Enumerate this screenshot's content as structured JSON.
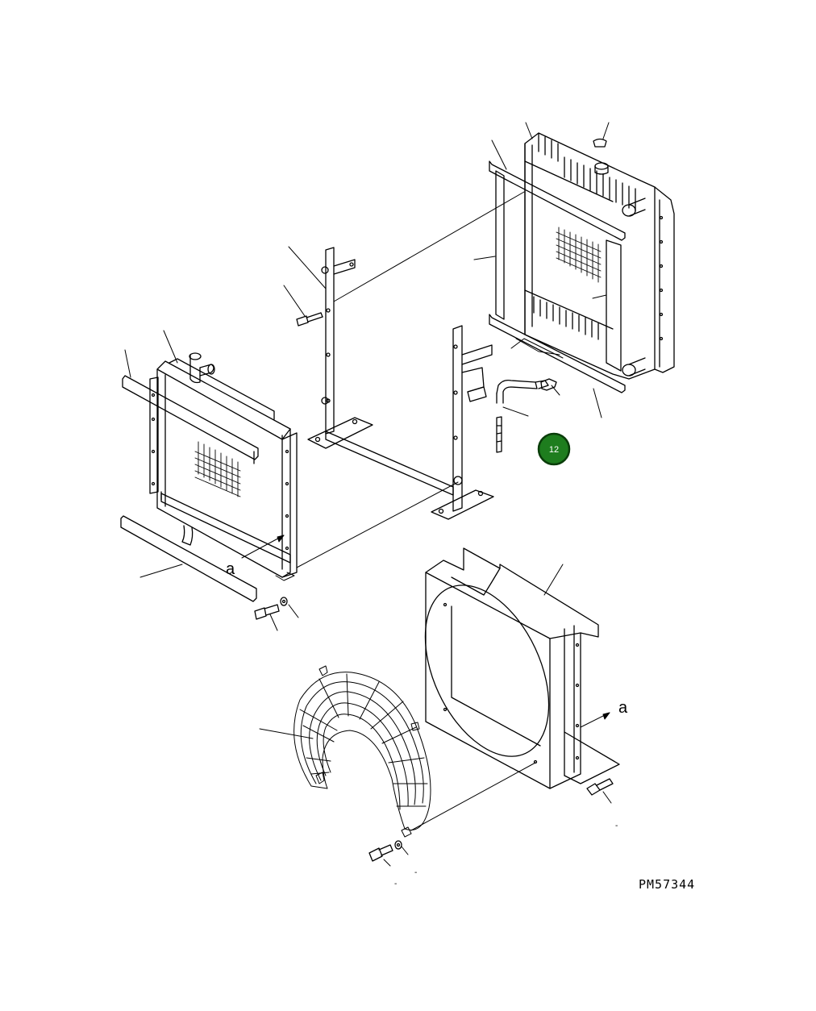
{
  "drawing_number": "PM57344",
  "view_label_a_left": "a",
  "view_label_a_right": "a",
  "hotspot": {
    "label": "12",
    "color": "#1e7d1e",
    "ring": "#0a3d0a"
  },
  "small_marks": [
    "-",
    "-",
    "-"
  ]
}
